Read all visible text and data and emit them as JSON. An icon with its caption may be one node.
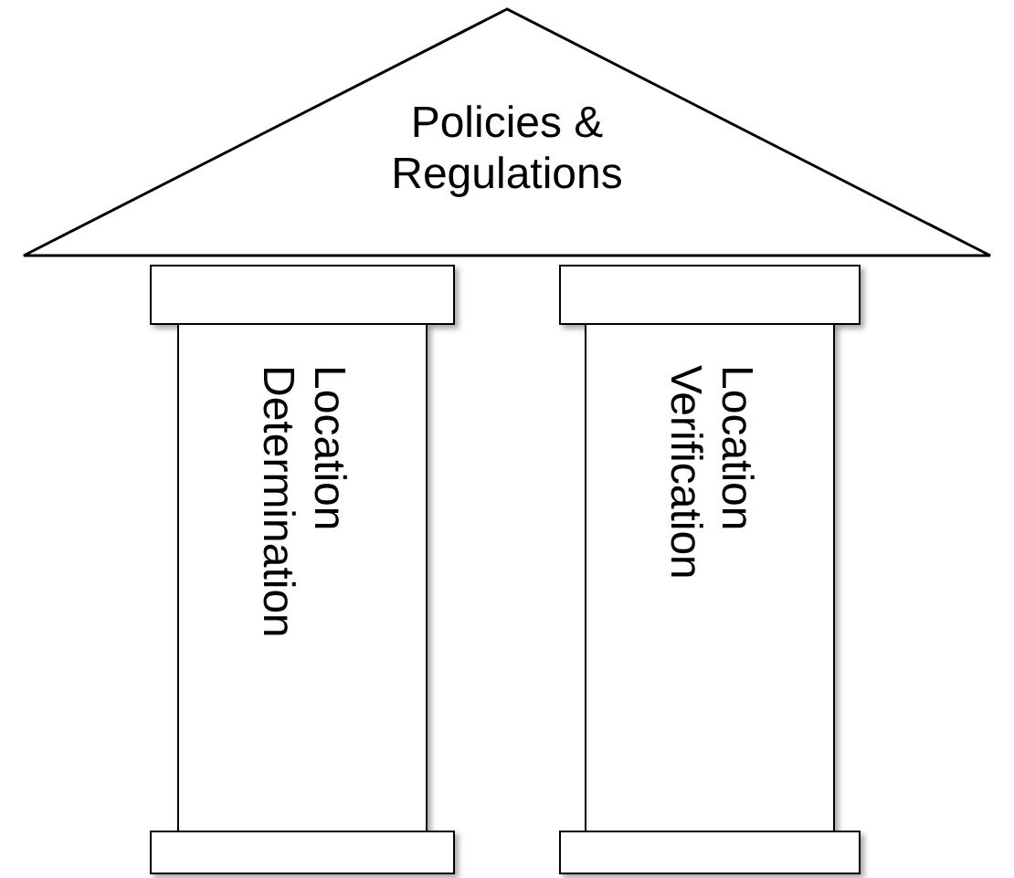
{
  "diagram": {
    "nodes": [
      {
        "text": [
          "Policies & Regulations"
        ]
      },
      {
        "text": [],
        "shape": "box"
      },
      {
        "text": [],
        "shape": "box"
      },
      {
        "text": [
          "Location Determination"
        ]
      },
      {
        "text": [
          "Location Verification"
        ]
      },
      {
        "text": [],
        "shape": "box"
      },
      {
        "text": [],
        "shape": "box"
      }
    ]
  }
}
